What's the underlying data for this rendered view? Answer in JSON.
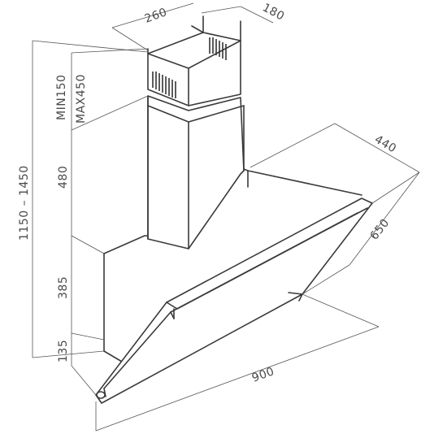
{
  "dimensions": {
    "chimney_width": "260",
    "chimney_depth": "180",
    "chimney_overlap_min": "MIN150",
    "chimney_overlap_max": "MAX450",
    "total_height_range": "1150 – 1450",
    "chimney_height": "480",
    "body_height": "385",
    "bottom_height": "135",
    "hood_depth": "440",
    "glass_length": "650",
    "hood_width": "900"
  }
}
